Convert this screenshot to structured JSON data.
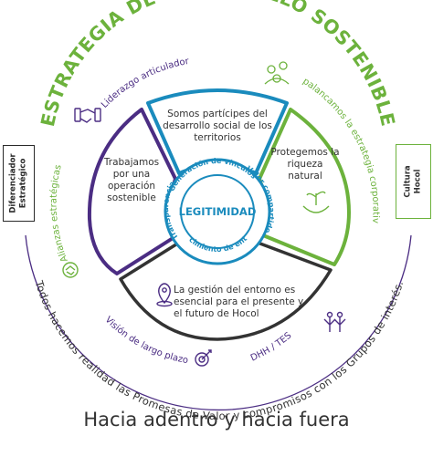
{
  "title": "ESTRATEGIA DE DESARROLLO SOSTENIBLE",
  "center": "LEGITIMIDAD",
  "inner_ring": {
    "generacion": "Generación de vínculos",
    "valor": "Valor compartido",
    "conocimiento": "Conocimiento de entorno",
    "transparencia": "Transparencia"
  },
  "segments": {
    "top": "Somos partícipes del desarrollo social de los territorios",
    "right": "Protegemos la riqueza natural",
    "left": "Trabajamos por una operación sostenible",
    "bottom": "La gestión del  entorno es esencial para el presente y el futuro de Hocol"
  },
  "outer_labels": {
    "liderazgo": "Liderazgo articulador",
    "apalancamos": "Apalancamos la estrategia corporativa",
    "alianzas": "Alianzas estratégicas",
    "vision": "Visión de largo plazo",
    "ddhh": "DDHH / TESG"
  },
  "side_boxes": {
    "left": "Diferenciador Estratégico",
    "right": "Cultura Hocol"
  },
  "bottom_arc": "Todos hacemos realidad las Promesas de Valor y compromisos con los Grupos de interés.",
  "footer": "Hacia adentro y hacia fuera",
  "colors": {
    "green": "#6cb23c",
    "purple": "#4b2d83",
    "blue": "#1a8bbd",
    "text": "#333333"
  },
  "icons": [
    "handshake-icon",
    "team-hands-icon",
    "plant-hands-icon",
    "location-pin-icon",
    "people-celebrate-icon",
    "handshake-small-icon",
    "target-icon"
  ]
}
